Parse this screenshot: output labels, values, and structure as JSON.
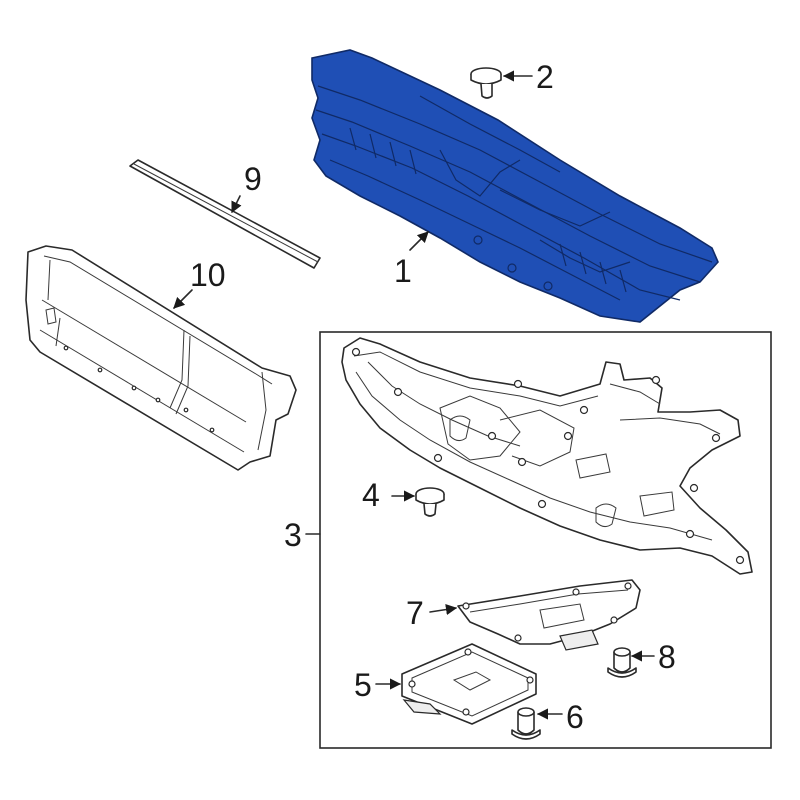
{
  "highlight_color": "#1f4fb5",
  "highlight_edge_color": "#102a66",
  "callouts": {
    "c1": "1",
    "c2": "2",
    "c3": "3",
    "c4": "4",
    "c5": "5",
    "c6": "6",
    "c7": "7",
    "c8": "8",
    "c9": "9",
    "c10": "10"
  }
}
